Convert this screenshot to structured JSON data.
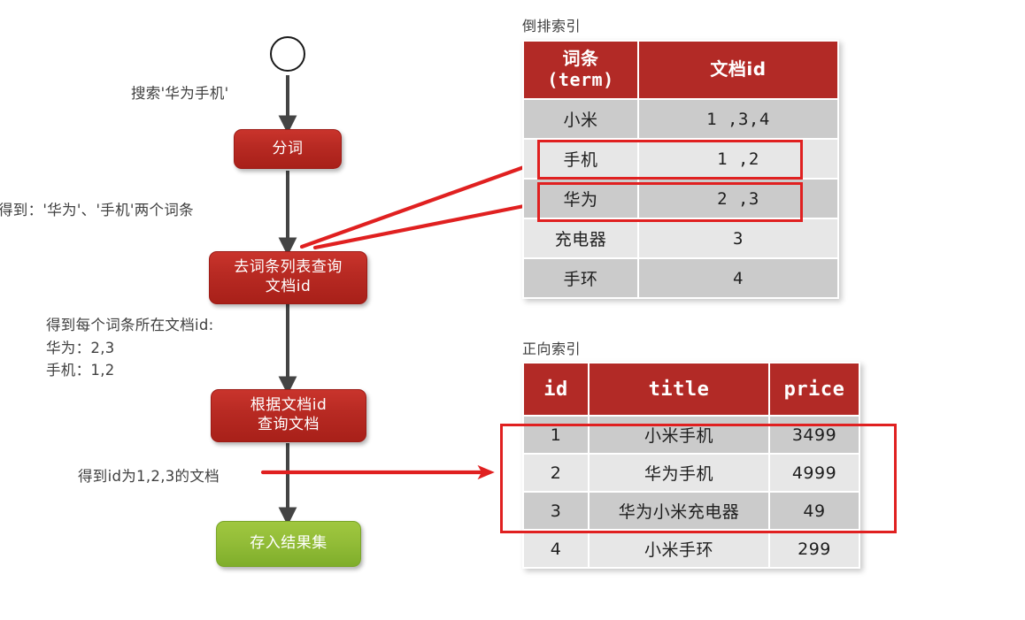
{
  "flow": {
    "start_node": "start-circle",
    "nodes": [
      {
        "id": "tokenize",
        "label": "分词",
        "color": "#b82a23"
      },
      {
        "id": "query-term-list",
        "label": "去词条列表查询\n文档id",
        "color": "#b82a23"
      },
      {
        "id": "query-doc",
        "label": "根据文档id\n查询文档",
        "color": "#b82a23"
      },
      {
        "id": "save-result",
        "label": "存入结果集",
        "color": "#93bd38"
      }
    ],
    "annotations": [
      {
        "id": "search-input-note",
        "text": "搜索'华为手机'"
      },
      {
        "id": "terms-note",
        "text": "得到：'华为'、'手机'两个词条"
      },
      {
        "id": "doc-ids-note",
        "text": "得到每个词条所在文档id:\n华为：2,3\n手机：1,2"
      },
      {
        "id": "docs-note",
        "text": "得到id为1,2,3的文档"
      }
    ]
  },
  "inverted_index": {
    "title": "倒排索引",
    "headers": [
      "词条\n(term)",
      "文档id"
    ],
    "header_line1": "词条",
    "header_line2": "(term)",
    "header_docid": "文档id",
    "rows": [
      {
        "term": "小米",
        "doc_ids": "1 ,3,4",
        "highlighted": false
      },
      {
        "term": "手机",
        "doc_ids": "1 ,2",
        "highlighted": true
      },
      {
        "term": "华为",
        "doc_ids": "2 ,3",
        "highlighted": true
      },
      {
        "term": "充电器",
        "doc_ids": "3",
        "highlighted": false
      },
      {
        "term": "手环",
        "doc_ids": "4",
        "highlighted": false
      }
    ]
  },
  "forward_index": {
    "title": "正向索引",
    "headers": [
      "id",
      "title",
      "price"
    ],
    "rows": [
      {
        "id": "1",
        "title": "小米手机",
        "price": "3499",
        "highlighted": true
      },
      {
        "id": "2",
        "title": "华为手机",
        "price": "4999",
        "highlighted": true
      },
      {
        "id": "3",
        "title": "华为小米充电器",
        "price": "49",
        "highlighted": true
      },
      {
        "id": "4",
        "title": "小米手环",
        "price": "299",
        "highlighted": false
      }
    ]
  },
  "colors": {
    "header_red": "#b22a26",
    "node_red": "#b82a23",
    "node_green": "#93bd38",
    "arrow_red": "#e02020",
    "connector_gray": "#444444",
    "row_odd": "#cbcbcb",
    "row_even": "#e7e7e7"
  }
}
